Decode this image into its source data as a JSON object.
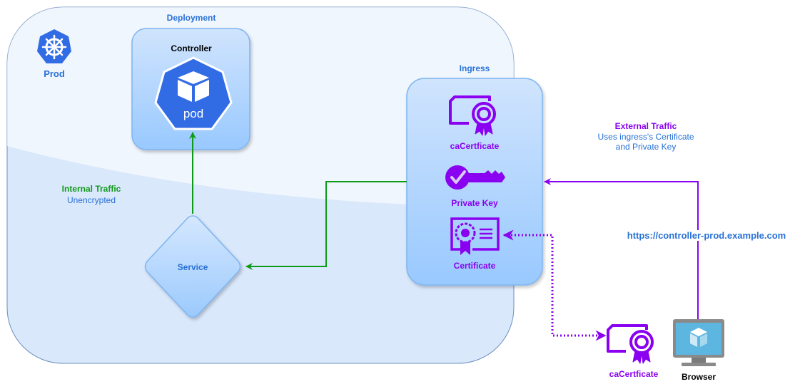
{
  "colors": {
    "container_fill": "#dae8fc",
    "container_stroke": "#6c8ebf",
    "box_fill_top": "#cce0ff",
    "box_fill_bottom": "#99c9ff",
    "box_stroke": "#7eb5f0",
    "label_blue": "#2871d6",
    "k8s_blue": "#326ce5",
    "internal_green": "#0f9a1a",
    "external_purple": "#8a00f0",
    "text_black": "#000000"
  },
  "namespace": {
    "label": "Prod",
    "icon": "kubernetes-helm-icon"
  },
  "deployment": {
    "group_label": "Deployment",
    "title": "Controller",
    "pod_label": "pod",
    "icon": "pod-cube-icon"
  },
  "service": {
    "label": "Service"
  },
  "ingress": {
    "group_label": "Ingress",
    "items": [
      {
        "label": "caCertficate",
        "icon": "ca-certificate-icon"
      },
      {
        "label": "Private Key",
        "icon": "private-key-icon"
      },
      {
        "label": "Certificate",
        "icon": "certificate-icon"
      }
    ]
  },
  "internal_traffic": {
    "title": "Internal Traffic",
    "subtitle": "Unencrypted"
  },
  "external_traffic": {
    "title": "External Traffic",
    "subtitle_line1": "Uses ingress's Certificate",
    "subtitle_line2": "and Private Key",
    "url": "https://controller-prod.example.com"
  },
  "client": {
    "ca_label": "caCertficate",
    "browser_label": "Browser"
  }
}
